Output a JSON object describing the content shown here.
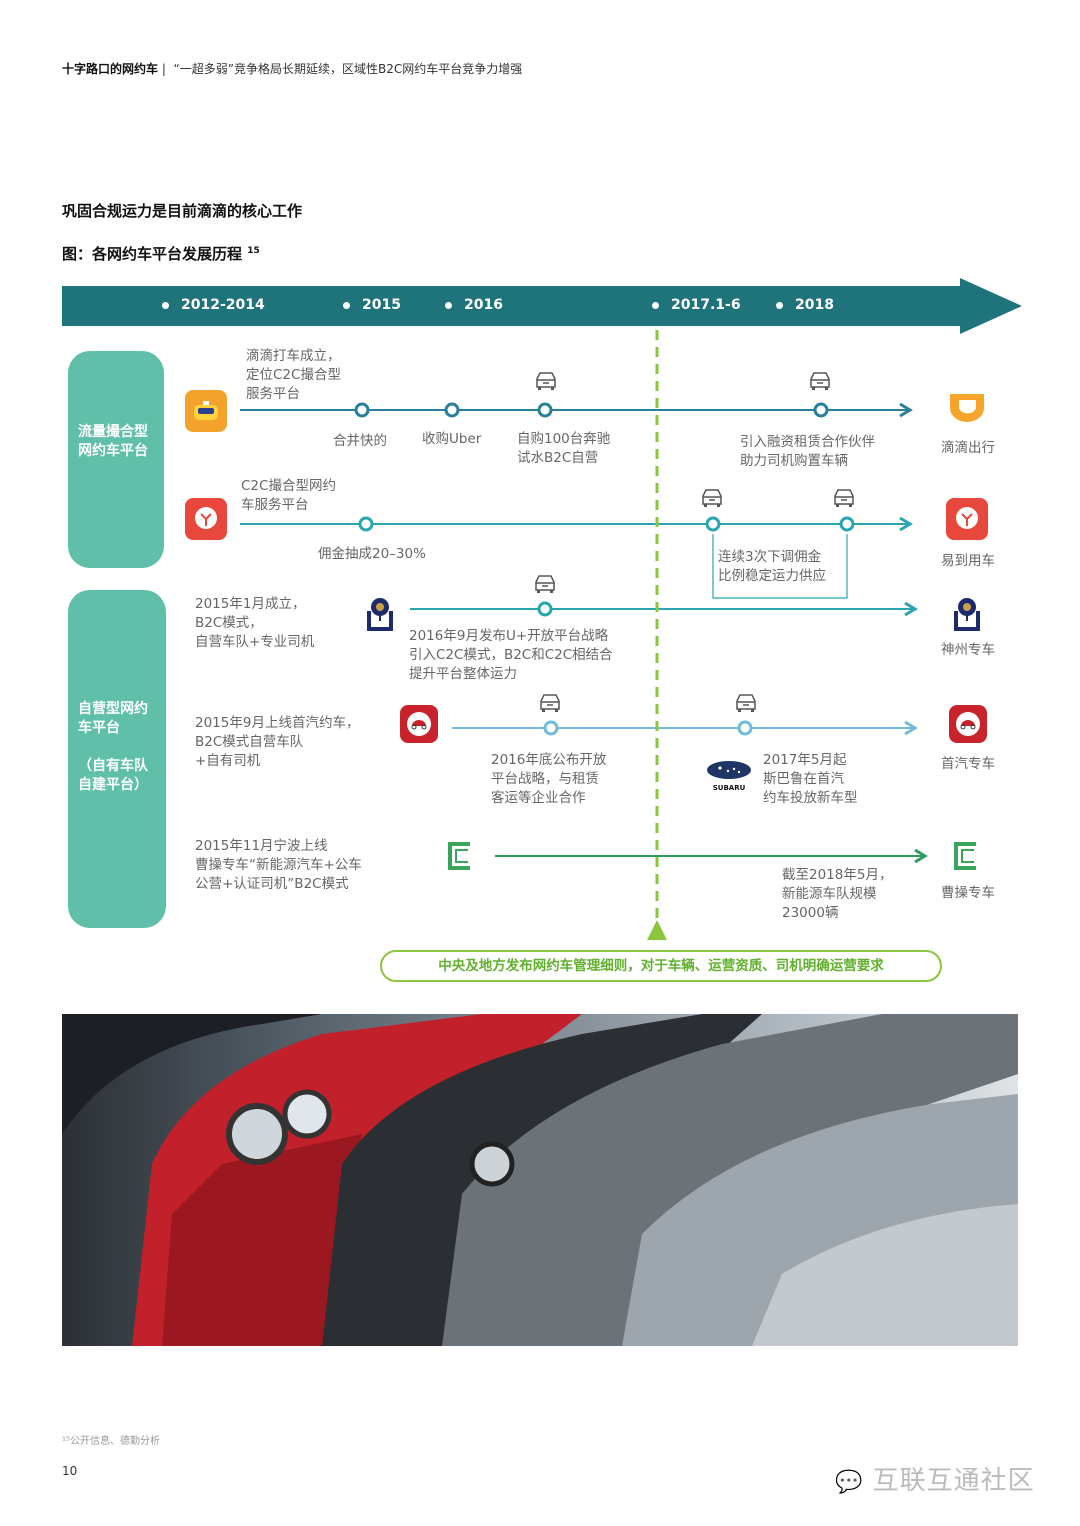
{
  "header": {
    "section": "十字路口的网约车",
    "separator": "|",
    "subtitle": "“一超多弱”竞争格局长期延续，区域性B2C网约车平台竞争力增强"
  },
  "heading": "巩固合规运力是目前滴滴的核心工作",
  "figure": {
    "title": "图：各网约车平台发展历程",
    "footnote_ref": "15"
  },
  "years": [
    "2012-2014",
    "2015",
    "2016",
    "2017.1-6",
    "2018"
  ],
  "panels": {
    "match": "流量撮合型网约车平台",
    "self_line1": "自营型网约车平台",
    "self_line2": "（自有车队自建平台）"
  },
  "rows": {
    "didi": {
      "intro": [
        "滴滴打车成立，",
        "定位C2C撮合型",
        "服务平台"
      ],
      "events": [
        "合并快的",
        "收购Uber"
      ],
      "e3": [
        "自购100台奔驰",
        "试水B2C自营"
      ],
      "e4": [
        "引入融资租赁合作伙伴",
        "助力司机购置车辆"
      ],
      "name": "滴滴出行"
    },
    "yidao": {
      "intro": [
        "C2C撮合型网约",
        "车服务平台"
      ],
      "e1": "佣金抽成20–30%",
      "e2": [
        "连续3次下调佣金",
        "比例稳定运力供应"
      ],
      "name": "易到用车"
    },
    "shenzhou": {
      "intro": [
        "2015年1月成立，",
        "B2C模式，",
        "自营车队+专业司机"
      ],
      "e1": [
        "2016年9月发布U+开放平台战略",
        "引入C2C模式，B2C和C2C相结合",
        "提升平台整体运力"
      ],
      "name": "神州专车"
    },
    "shouqi": {
      "intro": [
        "2015年9月上线首汽约车，",
        "B2C模式自营车队",
        "+自有司机"
      ],
      "e1": [
        "2016年底公布开放",
        "平台战略，与租赁",
        "客运等企业合作"
      ],
      "e2": [
        "2017年5月起",
        "斯巴鲁在首汽",
        "约车投放新车型"
      ],
      "subaru": "SUBARU",
      "name": "首汽专车"
    },
    "caocao": {
      "intro": [
        "2015年11月宁波上线",
        "曹操专车“新能源汽车+公车",
        "公营+认证司机”B2C模式"
      ],
      "e1": [
        "截至2018年5月，",
        "新能源车队规模",
        "23000辆"
      ],
      "name": "曹操专车"
    }
  },
  "policy_note": "中央及地方发布网约车管理细则，对于车辆、运营资质、司机明确运营要求",
  "footnote": "¹⁵公开信息、德勤分析",
  "page_number": "10",
  "watermark": "互联互通社区",
  "colors": {
    "banner": "#1f737b",
    "panel": "#5fbfa9",
    "policy": "#8cc63f"
  }
}
